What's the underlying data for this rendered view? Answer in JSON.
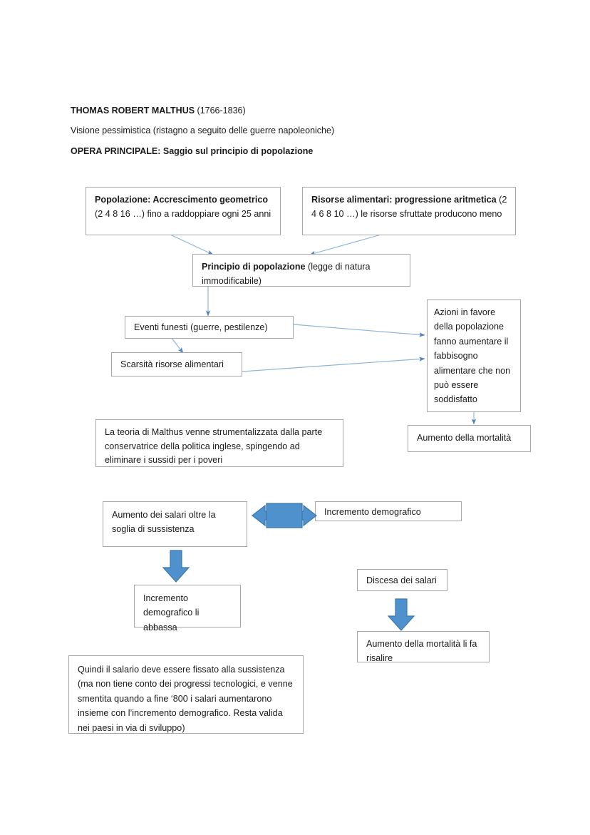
{
  "document": {
    "title_bold": "THOMAS ROBERT MALTHUS",
    "title_years": " (1766-1836)",
    "subtitle": "Visione pessimistica (ristagno a seguito delle guerre napoleoniche)",
    "opera_label": "OPERA PRINCIPALE: Saggio sul principio di popolazione"
  },
  "colors": {
    "box_border": "#a6a6a6",
    "connector_line": "#8eb4d6",
    "connector_arrow": "#4f81bd",
    "block_arrow_fill": "#4f91cd",
    "block_arrow_stroke": "#3b78ab",
    "text": "#1a1a1a"
  },
  "boxes": {
    "popolazione": {
      "bold": "Popolazione: Accrescimento geometrico",
      "rest": " (2 4 8 16 …) fino a raddoppiare ogni 25 anni"
    },
    "risorse": {
      "bold": "Risorse alimentari: progressione aritmetica",
      "rest": " (2 4 6 8 10 …) le risorse sfruttate producono meno"
    },
    "principio": {
      "bold": "Principio di popolazione",
      "rest": " (legge di natura immodificabile)"
    },
    "eventi_funesti": {
      "text": "Eventi funesti (guerre, pestilenze)"
    },
    "scarsita": {
      "text": "Scarsità risorse alimentari"
    },
    "azioni": {
      "text": "Azioni in favore della popolazione fanno aumentare il fabbisogno alimentare che non può essere soddisfatto"
    },
    "aumento_mortalita": {
      "text": "Aumento della mortalità"
    },
    "teoria_strumentalizzata": {
      "text": "La teoria di Malthus venne strumentalizzata dalla parte conservatrice della politica inglese, spingendo ad eliminare i sussidi per i poveri"
    },
    "aumento_salari": {
      "text": "Aumento dei salari oltre la soglia di sussistenza"
    },
    "incremento_demografico": {
      "text": "Incremento demografico"
    },
    "incremento_abbassa": {
      "text": "Incremento demografico li abbassa"
    },
    "discesa_salari": {
      "text": "Discesa dei salari"
    },
    "mortalita_risalire": {
      "text": "Aumento della mortalità li fa risalire"
    },
    "conclusione": {
      "text": "Quindi il salario deve essere fissato alla sussistenza (ma non tiene conto dei progressi tecnologici, e venne smentita quando a fine ‘800  i salari aumentarono insieme con l’incremento demografico. Resta valida nei paesi in via di sviluppo)"
    }
  }
}
